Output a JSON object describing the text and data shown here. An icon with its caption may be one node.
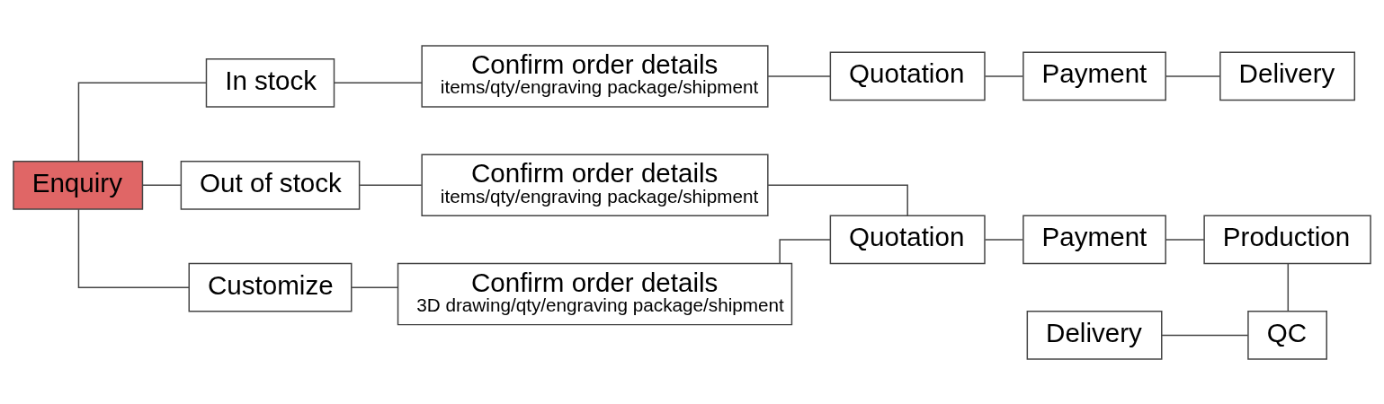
{
  "diagram": {
    "nodes": [
      {
        "text": [
          "Enquiry"
        ]
      },
      {
        "text": [
          "In stock"
        ]
      },
      {
        "text": [
          "Out of stock"
        ]
      },
      {
        "text": [
          "Customize"
        ]
      },
      {
        "text": [
          "Confirm order details",
          "items/qty/engraving package/shipment"
        ]
      },
      {
        "text": [
          "Confirm order details",
          "items/qty/engraving package/shipment"
        ]
      },
      {
        "text": [
          "Confirm order details",
          "3D drawing/qty/engraving package/shipment"
        ]
      },
      {
        "text": [
          "Quotation"
        ]
      },
      {
        "text": [
          "Payment"
        ]
      },
      {
        "text": [
          "Delivery"
        ]
      },
      {
        "text": [
          "Quotation"
        ]
      },
      {
        "text": [
          "Payment"
        ]
      },
      {
        "text": [
          "Production"
        ]
      },
      {
        "text": [
          "Delivery"
        ]
      },
      {
        "text": [
          "QC"
        ]
      }
    ],
    "edges": [
      {
        "from": 0,
        "to": 1,
        "arrow": "none"
      },
      {
        "from": 0,
        "to": 2,
        "arrow": "none"
      },
      {
        "from": 0,
        "to": 3,
        "arrow": "none"
      },
      {
        "from": 1,
        "to": 4,
        "arrow": "none"
      },
      {
        "from": 2,
        "to": 5,
        "arrow": "none"
      },
      {
        "from": 3,
        "to": 6,
        "arrow": "none"
      },
      {
        "from": 4,
        "to": 7,
        "arrow": "none"
      },
      {
        "from": 7,
        "to": 8,
        "arrow": "none"
      },
      {
        "from": 8,
        "to": 9,
        "arrow": "none"
      },
      {
        "from": 5,
        "to": 10,
        "arrow": "none"
      },
      {
        "from": 6,
        "to": 10,
        "arrow": "none"
      },
      {
        "from": 10,
        "to": 11,
        "arrow": "none"
      },
      {
        "from": 11,
        "to": 12,
        "arrow": "none"
      },
      {
        "from": 12,
        "to": 14,
        "arrow": "none"
      },
      {
        "from": 14,
        "to": 13,
        "arrow": "none"
      }
    ]
  }
}
